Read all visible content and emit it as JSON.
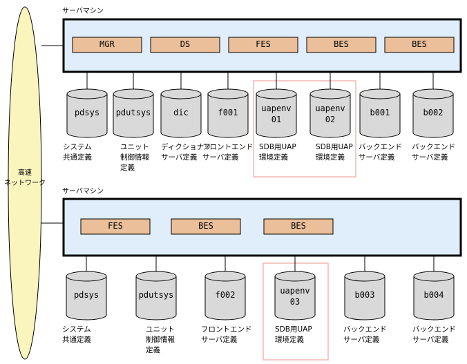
{
  "network": {
    "label": "高速\nネットワーク"
  },
  "top_server": {
    "title": "サーバマシン",
    "processes": [
      "MGR",
      "DS",
      "FES",
      "BES",
      "BES"
    ],
    "disks": [
      {
        "name": "pdsys",
        "caption": "システム\n共通定義"
      },
      {
        "name": "pdutsys",
        "caption": "ユニット\n制御情報\n定義"
      },
      {
        "name": "dic",
        "caption": "ディクショナリ\nサーバ定義"
      },
      {
        "name": "f001",
        "caption": "フロントエンド\nサーバ定義"
      },
      {
        "name": "uapenv\n01",
        "caption": "SDB用UAP\n環境定義"
      },
      {
        "name": "uapenv\n02",
        "caption": "SDB用UAP\n環境定義"
      },
      {
        "name": "b001",
        "caption": "バックエンド\nサーバ定義"
      },
      {
        "name": "b002",
        "caption": "バックエンド\nサーバ定義"
      }
    ]
  },
  "bottom_server": {
    "title": "サーバマシン",
    "processes": [
      "FES",
      "BES",
      "BES"
    ],
    "disks": [
      {
        "name": "pdsys",
        "caption": "システム\n共通定義"
      },
      {
        "name": "pdutsys",
        "caption": "ユニット\n制御情報\n定義"
      },
      {
        "name": "f002",
        "caption": "フロントエンド\nサーバ定義"
      },
      {
        "name": "uapenv\n03",
        "caption": "SDB用UAP\n環境定義"
      },
      {
        "name": "b003",
        "caption": "バックエンド\nサーバ定義"
      },
      {
        "name": "b004",
        "caption": "バックエンド\nサーバ定義"
      }
    ]
  },
  "colors": {
    "server_fill": "#dfeefa",
    "process_fill": "#eabf99",
    "highlight_stroke": "#f2b5b5",
    "network_fill": "#f9f5bd"
  }
}
